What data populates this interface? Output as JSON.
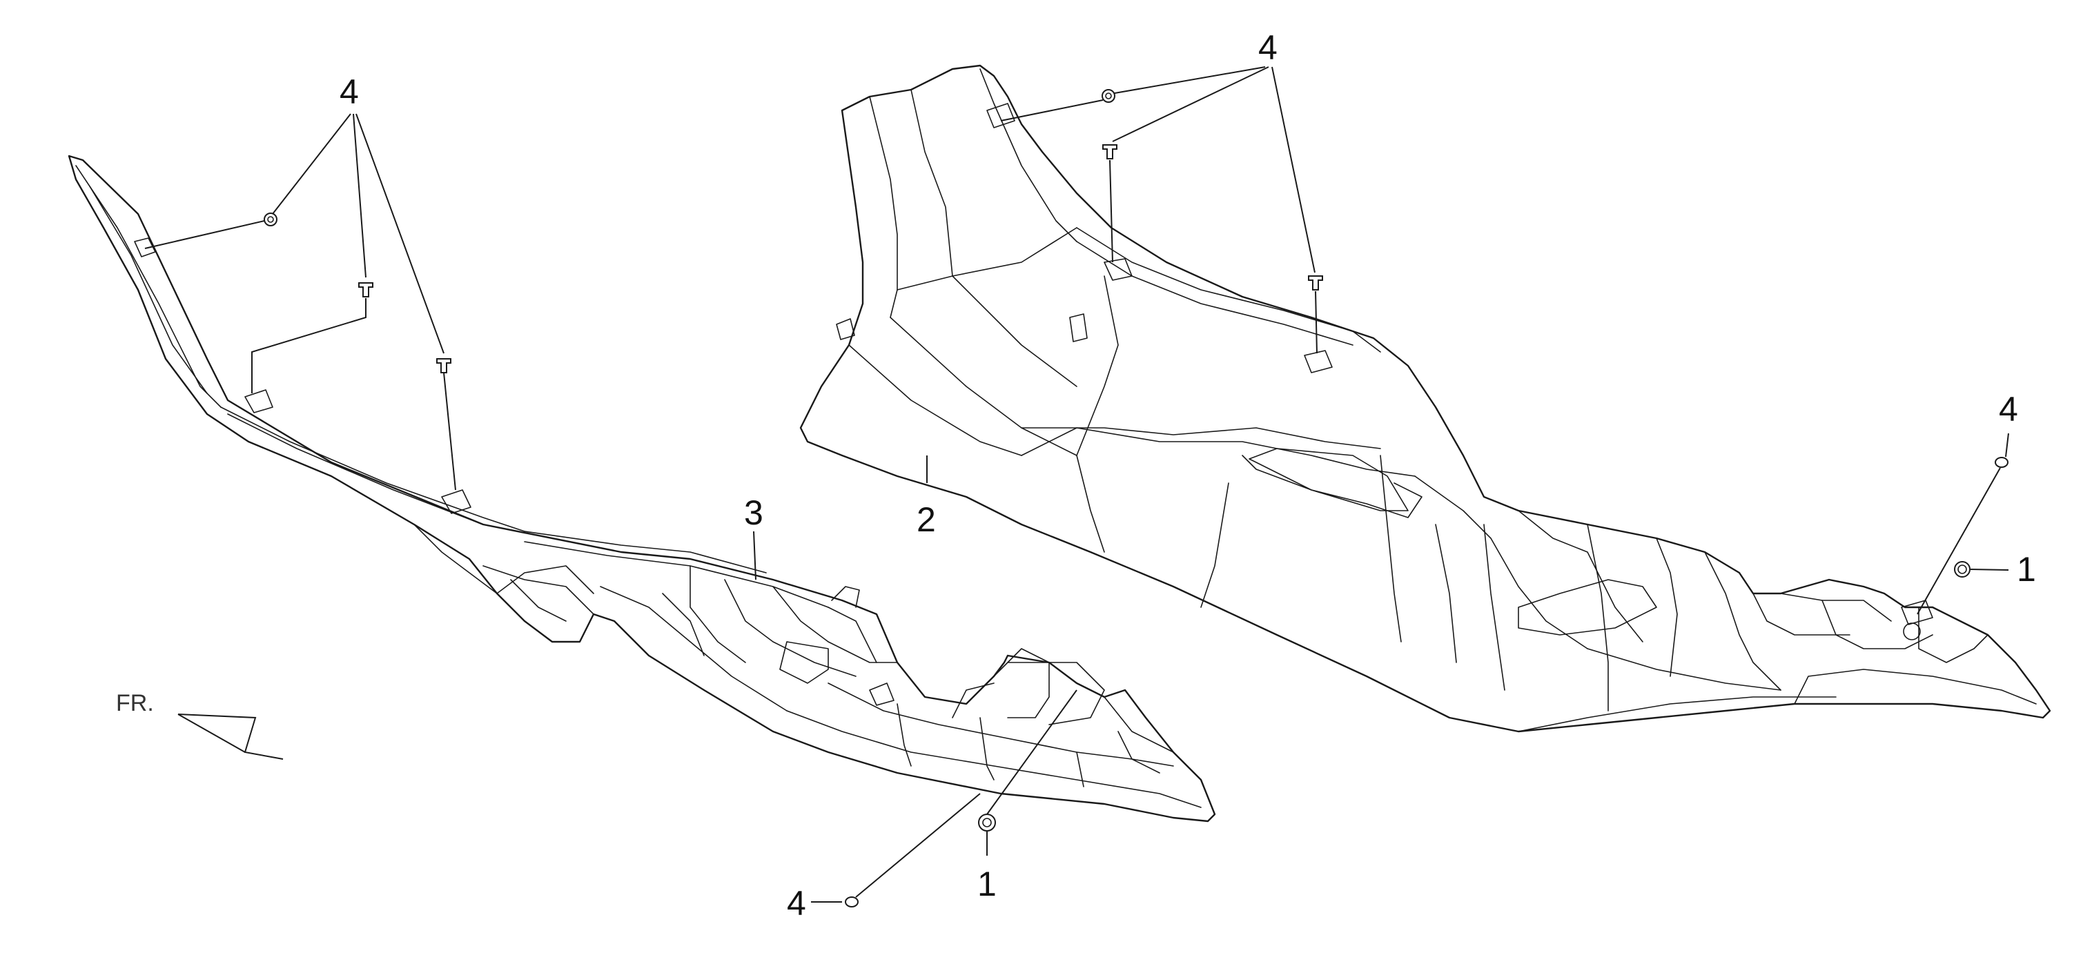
{
  "callouts": {
    "left_top_4": "4",
    "left_part_3": "3",
    "left_bottom_1": "1",
    "left_bottom_4": "4",
    "right_top_4": "4",
    "right_part_2": "2",
    "right_side_4": "4",
    "right_side_1": "1"
  },
  "direction_label": "FR.",
  "colors": {
    "line": "#1a1a1a",
    "background": "#ffffff"
  }
}
